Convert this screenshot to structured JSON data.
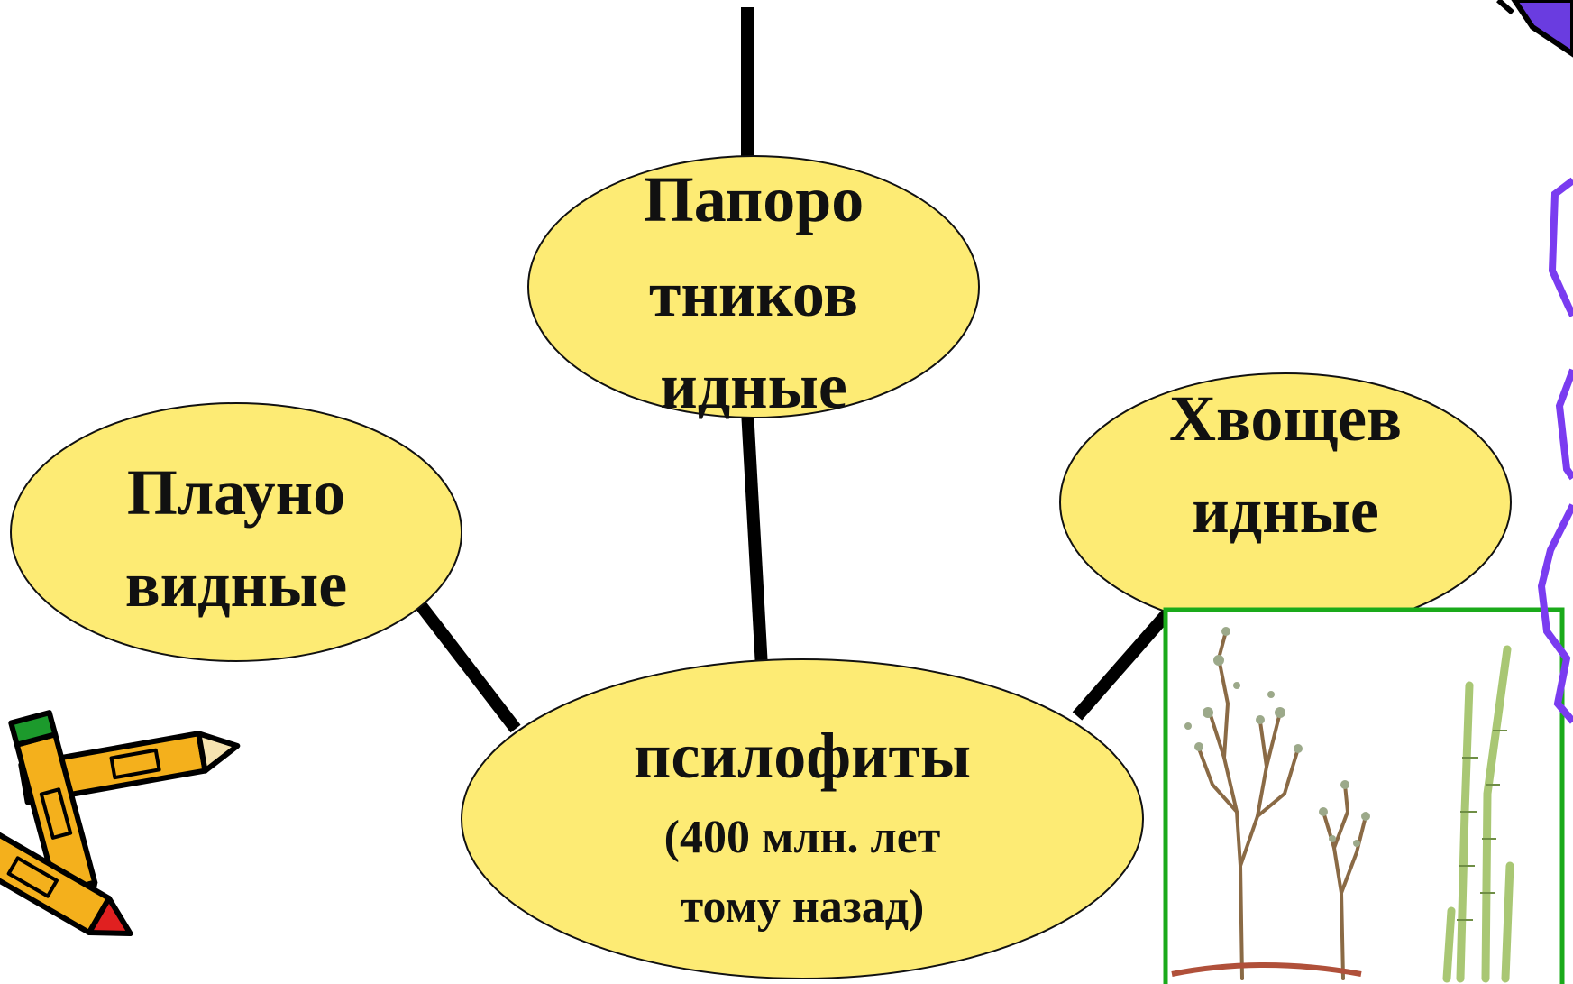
{
  "diagram": {
    "center": {
      "title": "псилофиты",
      "line2": "(400 млн. лет",
      "line3": "тому назад)"
    },
    "top": {
      "line1": "Папоро",
      "line2": "тников",
      "line3": "идные"
    },
    "left": {
      "line1": "Плауно",
      "line2": "видные"
    },
    "right": {
      "line1": "Хвощев",
      "line2": "идные"
    }
  },
  "colors": {
    "ellipse_fill": "#FDEB74",
    "ellipse_stroke": "#111111",
    "connector": "#000000",
    "photo_border": "#1AAA1A",
    "decor_purple": "#7A3CF0"
  },
  "icons": [
    "pencils-clipart-icon",
    "plants-illustration",
    "purple-swirl-decoration"
  ]
}
